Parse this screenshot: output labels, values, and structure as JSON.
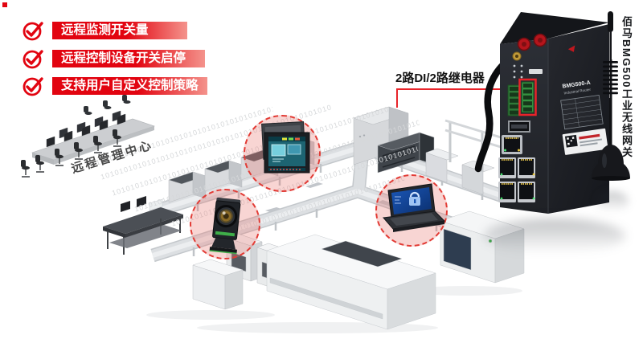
{
  "features": {
    "items": [
      {
        "label": "远程监测开关量"
      },
      {
        "label": "远程控制设备开关启停"
      },
      {
        "label": "支持用户自定义控制策略"
      }
    ]
  },
  "management": {
    "label": "远程管理中心",
    "stream": "10101010101010101010101010101010101010101010101010101010101010101010"
  },
  "callout": {
    "label": "2路DI/2路继电器"
  },
  "device": {
    "vertical_label": "佰马BMG500工业无线网关",
    "model": "BMG500-A",
    "model_sub": "Industrial Router"
  },
  "colors": {
    "accent_red": "#e20410",
    "banner_fade": "#f4938c",
    "callout_red": "#e8242a",
    "circle_ring": "#e23b35",
    "terminal_green": "#2f7a38",
    "screen_blue": "#1a57b8",
    "hmi_teal": "#1d6472"
  },
  "icons": {
    "check": "checkmark-circle"
  }
}
